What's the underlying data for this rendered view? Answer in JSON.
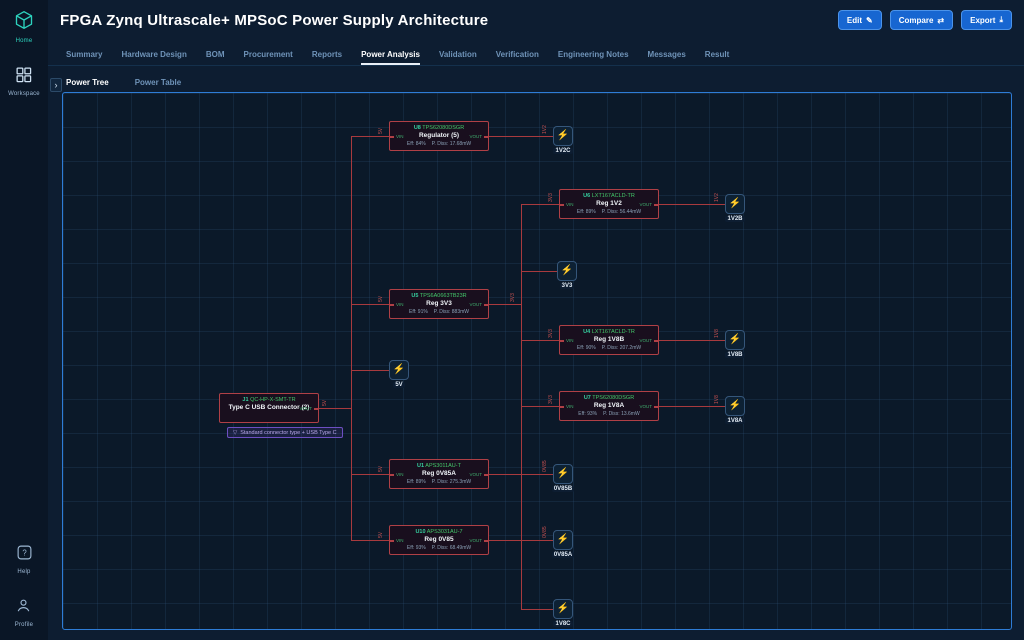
{
  "sidebar": {
    "top": [
      {
        "label": "Home"
      },
      {
        "label": "Workspace"
      }
    ],
    "bottom": [
      {
        "label": "Help"
      },
      {
        "label": "Profile"
      }
    ]
  },
  "header": {
    "title": "FPGA Zynq Ultrascale+ MPSoC Power Supply Architecture",
    "buttons": [
      {
        "label": "Edit",
        "glyph": "✎"
      },
      {
        "label": "Compare",
        "glyph": "⇄"
      },
      {
        "label": "Export",
        "glyph": "⤓"
      }
    ]
  },
  "tabs": [
    {
      "label": "Summary"
    },
    {
      "label": "Hardware Design"
    },
    {
      "label": "BOM"
    },
    {
      "label": "Procurement"
    },
    {
      "label": "Reports"
    },
    {
      "label": "Power Analysis"
    },
    {
      "label": "Validation"
    },
    {
      "label": "Verification"
    },
    {
      "label": "Engineering Notes"
    },
    {
      "label": "Messages"
    },
    {
      "label": "Result"
    }
  ],
  "subtabs": {
    "collapse_glyph": "›",
    "items": [
      {
        "label": "Power Tree"
      },
      {
        "label": "Power Table"
      }
    ]
  },
  "diagram": {
    "bolt_glyph": "⚡",
    "connector": {
      "ref": "J1",
      "part": "QC-HP-X-SMT-TR",
      "name": "Type C USB Connector (2)",
      "pin_out": "VOUT",
      "out_net": "5V",
      "filter_glyph": "▽",
      "badge": "Standard connector type + USB Type C"
    },
    "regulators": [
      {
        "ref": "U8",
        "part": "TPS62080DSGR",
        "name": "Regulator (5)",
        "eff": "Eff: 84%",
        "diss": "P. Diss: 17.68mW",
        "pin_in": "VIN",
        "pin_out": "VOUT",
        "in_net": "5V",
        "out_net": "1V2"
      },
      {
        "ref": "U6",
        "part": "LXT167ACLD-TR",
        "name": "Reg 1V2",
        "eff": "Eff: 89%",
        "diss": "P. Diss: 56.44mW",
        "pin_in": "VIN",
        "pin_out": "VOUT",
        "in_net": "3V3",
        "out_net": "1V2"
      },
      {
        "ref": "U5",
        "part": "TPS6A0663TB23R",
        "name": "Reg 3V3",
        "eff": "Eff: 91%",
        "diss": "P. Diss: 883mW",
        "pin_in": "VIN",
        "pin_out": "VOUT",
        "in_net": "5V",
        "out_net": "3V3"
      },
      {
        "ref": "U4",
        "part": "LXT167ACLD-TR",
        "name": "Reg 1V8B",
        "eff": "Eff: 90%",
        "diss": "P. Diss: 207.2mW",
        "pin_in": "VIN",
        "pin_out": "VOUT",
        "in_net": "3V3",
        "out_net": "1V8"
      },
      {
        "ref": "U7",
        "part": "TPS62080DSGR",
        "name": "Reg 1V8A",
        "eff": "Eff: 93%",
        "diss": "P. Diss: 13.6mW",
        "pin_in": "VIN",
        "pin_out": "VOUT",
        "in_net": "3V3",
        "out_net": "1V8"
      },
      {
        "ref": "U1",
        "part": "APS3011AU-T",
        "name": "Reg 0V85A",
        "eff": "Eff: 89%",
        "diss": "P. Diss: 275.3mW",
        "pin_in": "VIN",
        "pin_out": "VOUT",
        "in_net": "5V",
        "out_net": "0V85"
      },
      {
        "ref": "U10",
        "part": "APS3031AU-7",
        "name": "Reg 0V85",
        "eff": "Eff: 93%",
        "diss": "P. Diss: 68.49mW",
        "pin_in": "VIN",
        "pin_out": "VOUT",
        "in_net": "5V",
        "out_net": "0V85"
      }
    ],
    "loads": [
      {
        "label": "1V2C"
      },
      {
        "label": "1V2B"
      },
      {
        "label": "3V3"
      },
      {
        "label": "1V8B"
      },
      {
        "label": "5V"
      },
      {
        "label": "1V8A"
      },
      {
        "label": "0V85B"
      },
      {
        "label": "0V85A"
      },
      {
        "label": "1V8C"
      }
    ]
  }
}
